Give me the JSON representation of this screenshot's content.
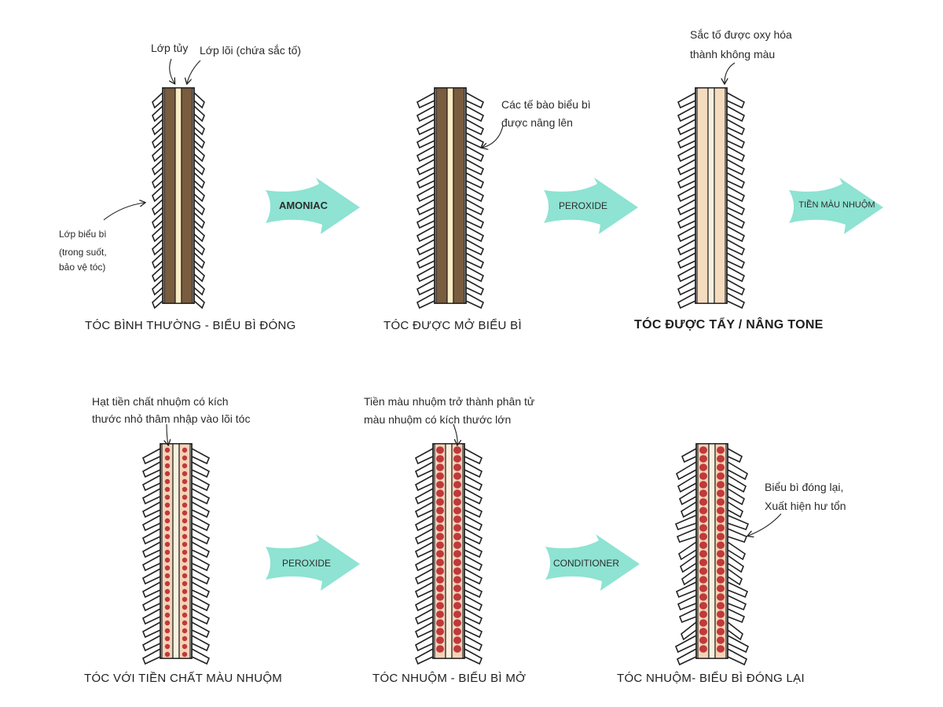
{
  "stages": [
    {
      "caption": "TÓC BÌNH THƯỜNG - BIỂU BÌ ĐÓNG",
      "labels": [
        {
          "lines": [
            "Lớp tủy"
          ]
        },
        {
          "lines": [
            "Lớp lõi (chứa sắc tố)"
          ]
        },
        {
          "lines": [
            "Lớp biểu bì",
            "(trong suốt,",
            "bảo vệ tóc)"
          ]
        }
      ]
    },
    {
      "caption": "TÓC ĐƯỢC MỞ BIỂU BÌ",
      "labels": [
        {
          "lines": [
            "Các tế bào biểu bì",
            "được nâng lên"
          ]
        }
      ]
    },
    {
      "caption": "TÓC ĐƯỢC TẨY / NÂNG TONE",
      "labels": [
        {
          "lines": [
            "Sắc tố được oxy hóa",
            "thành không màu"
          ]
        }
      ]
    },
    {
      "caption": "TÓC VỚI TIỀN CHẤT MÀU NHUỘM",
      "labels": [
        {
          "lines": [
            "Hạt tiền chất nhuộm có kích",
            "thước nhỏ thâm nhập vào lõi tóc"
          ]
        }
      ]
    },
    {
      "caption": "TÓC NHUỘM - BIỂU BÌ MỞ",
      "labels": [
        {
          "lines": [
            "Tiền màu nhuộm trở thành phân tử",
            "màu nhuộm có kích thước lớn"
          ]
        }
      ]
    },
    {
      "caption": "TÓC NHUỘM- BIỂU BÌ ĐÓNG LẠI",
      "labels": [
        {
          "lines": [
            "Biểu bì đóng lại,",
            "Xuất hiện hư tổn"
          ]
        }
      ]
    }
  ],
  "arrows": [
    "AMONIAC",
    "PEROXIDE",
    "TIỀN MÀU NHUỘM",
    "PEROXIDE",
    "CONDITIONER"
  ],
  "colors": {
    "arrow": "#8ee3d2",
    "cortex_brown": "#7a5c3e",
    "medulla_cream": "#f8ecc5",
    "bleached": "#f5dcbf",
    "dye_track": "#f3d3b8",
    "dye_dot": "#c0393b",
    "outline": "#222222"
  }
}
